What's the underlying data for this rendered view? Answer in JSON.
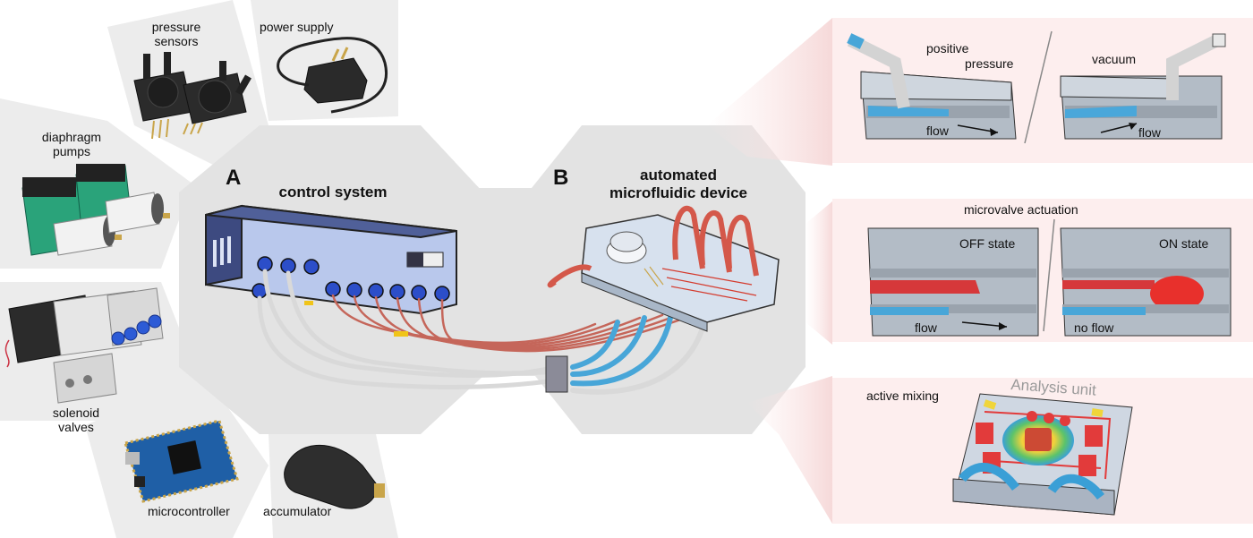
{
  "components": {
    "pressure_sensors": "pressure sensors",
    "power_supply": "power supply",
    "diaphragm_pumps": "diaphragm pumps",
    "solenoid_valves": "solenoid valves",
    "microcontroller": "microcontroller",
    "accumulator": "accumulator"
  },
  "panel_a": {
    "letter": "A",
    "title": "control system"
  },
  "panel_b": {
    "letter": "B",
    "title_line1": "automated",
    "title_line2": "microfluidic device"
  },
  "inset_pressure": {
    "positive_line1": "positive",
    "positive_line2": "pressure",
    "vacuum": "vacuum",
    "flow_left": "flow",
    "flow_right": "flow"
  },
  "inset_valve": {
    "title": "microvalve actuation",
    "off_state": "OFF state",
    "on_state": "ON state",
    "flow": "flow",
    "no_flow": "no flow"
  },
  "inset_mixing": {
    "label": "active mixing",
    "unit": "Analysis unit"
  },
  "colors": {
    "inset_bg": "#fdeeee",
    "center_bg": "#e6e6e6",
    "tube_red": "#d4584a",
    "tube_blue": "#48a6d8",
    "device_body": "#d7e1ee",
    "pump_green": "#2aa37a"
  }
}
